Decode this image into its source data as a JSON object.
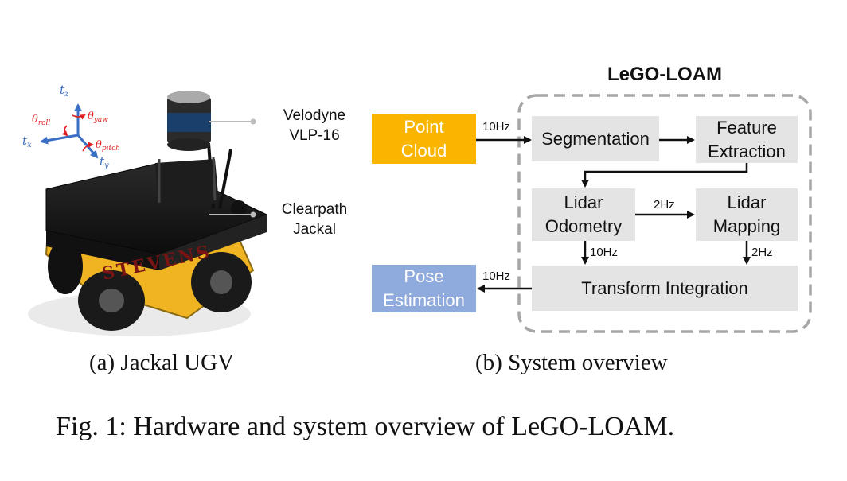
{
  "robot": {
    "axes": {
      "tz": "t",
      "tz_sub": "z",
      "tx": "t",
      "tx_sub": "x",
      "ty": "t",
      "ty_sub": "y",
      "roll": "θ",
      "roll_sub": "roll",
      "yaw": "θ",
      "yaw_sub": "yaw",
      "pitch": "θ",
      "pitch_sub": "pitch"
    },
    "logo_text": "STEVENS",
    "labels": {
      "velodyne_line1": "Velodyne",
      "velodyne_line2": "VLP-16",
      "clearpath_line1": "Clearpath",
      "clearpath_line2": "Jackal"
    }
  },
  "diagram": {
    "title": "LeGO-LOAM",
    "nodes": {
      "point_cloud": [
        "Point",
        "Cloud"
      ],
      "segmentation": [
        "Segmentation"
      ],
      "feature_extraction": [
        "Feature",
        "Extraction"
      ],
      "lidar_odometry": [
        "Lidar",
        "Odometry"
      ],
      "lidar_mapping": [
        "Lidar",
        "Mapping"
      ],
      "transform_integration": [
        "Transform Integration"
      ],
      "pose_estimation": [
        "Pose",
        "Estimation"
      ]
    },
    "rates": {
      "input": "10Hz",
      "odom_to_mapping": "2Hz",
      "odom_to_transform": "10Hz",
      "mapping_to_transform": "2Hz",
      "output": "10Hz"
    },
    "colors": {
      "point_cloud": "#f9b500",
      "pose_estimation": "#8faadc",
      "module": "#e4e4e4",
      "dashed_border": "#a6a6a6"
    }
  },
  "captions": {
    "a": "(a) Jackal UGV",
    "b": "(b) System overview",
    "figure": "Fig. 1: Hardware and system overview of LeGO-LOAM."
  }
}
